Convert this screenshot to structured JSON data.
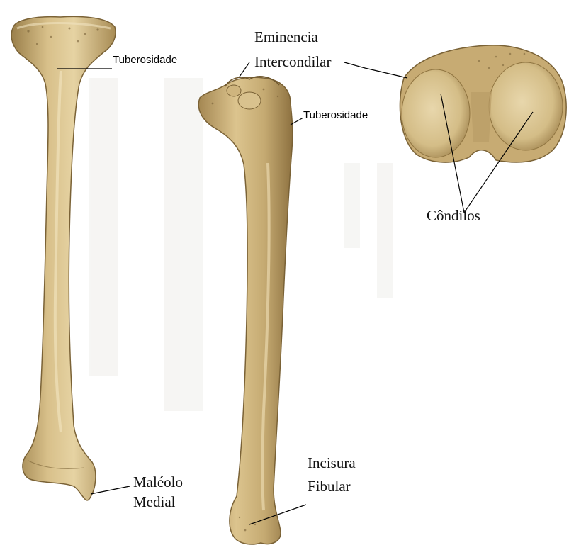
{
  "labels": {
    "tuberosidade_front": "Tuberosidade",
    "eminencia": "Eminencia",
    "intercondilar": "Intercondilar",
    "tuberosidade_side": "Tuberosidade",
    "condilos": "Côndilos",
    "maleolo": "Maléolo",
    "medial": "Medial",
    "incisura": "Incisura",
    "fibular": "Fibular"
  },
  "colors": {
    "bone_light": "#e3cf9c",
    "bone_mid": "#c9ad74",
    "bone_dark": "#8f7440",
    "leader_line": "#000000"
  }
}
